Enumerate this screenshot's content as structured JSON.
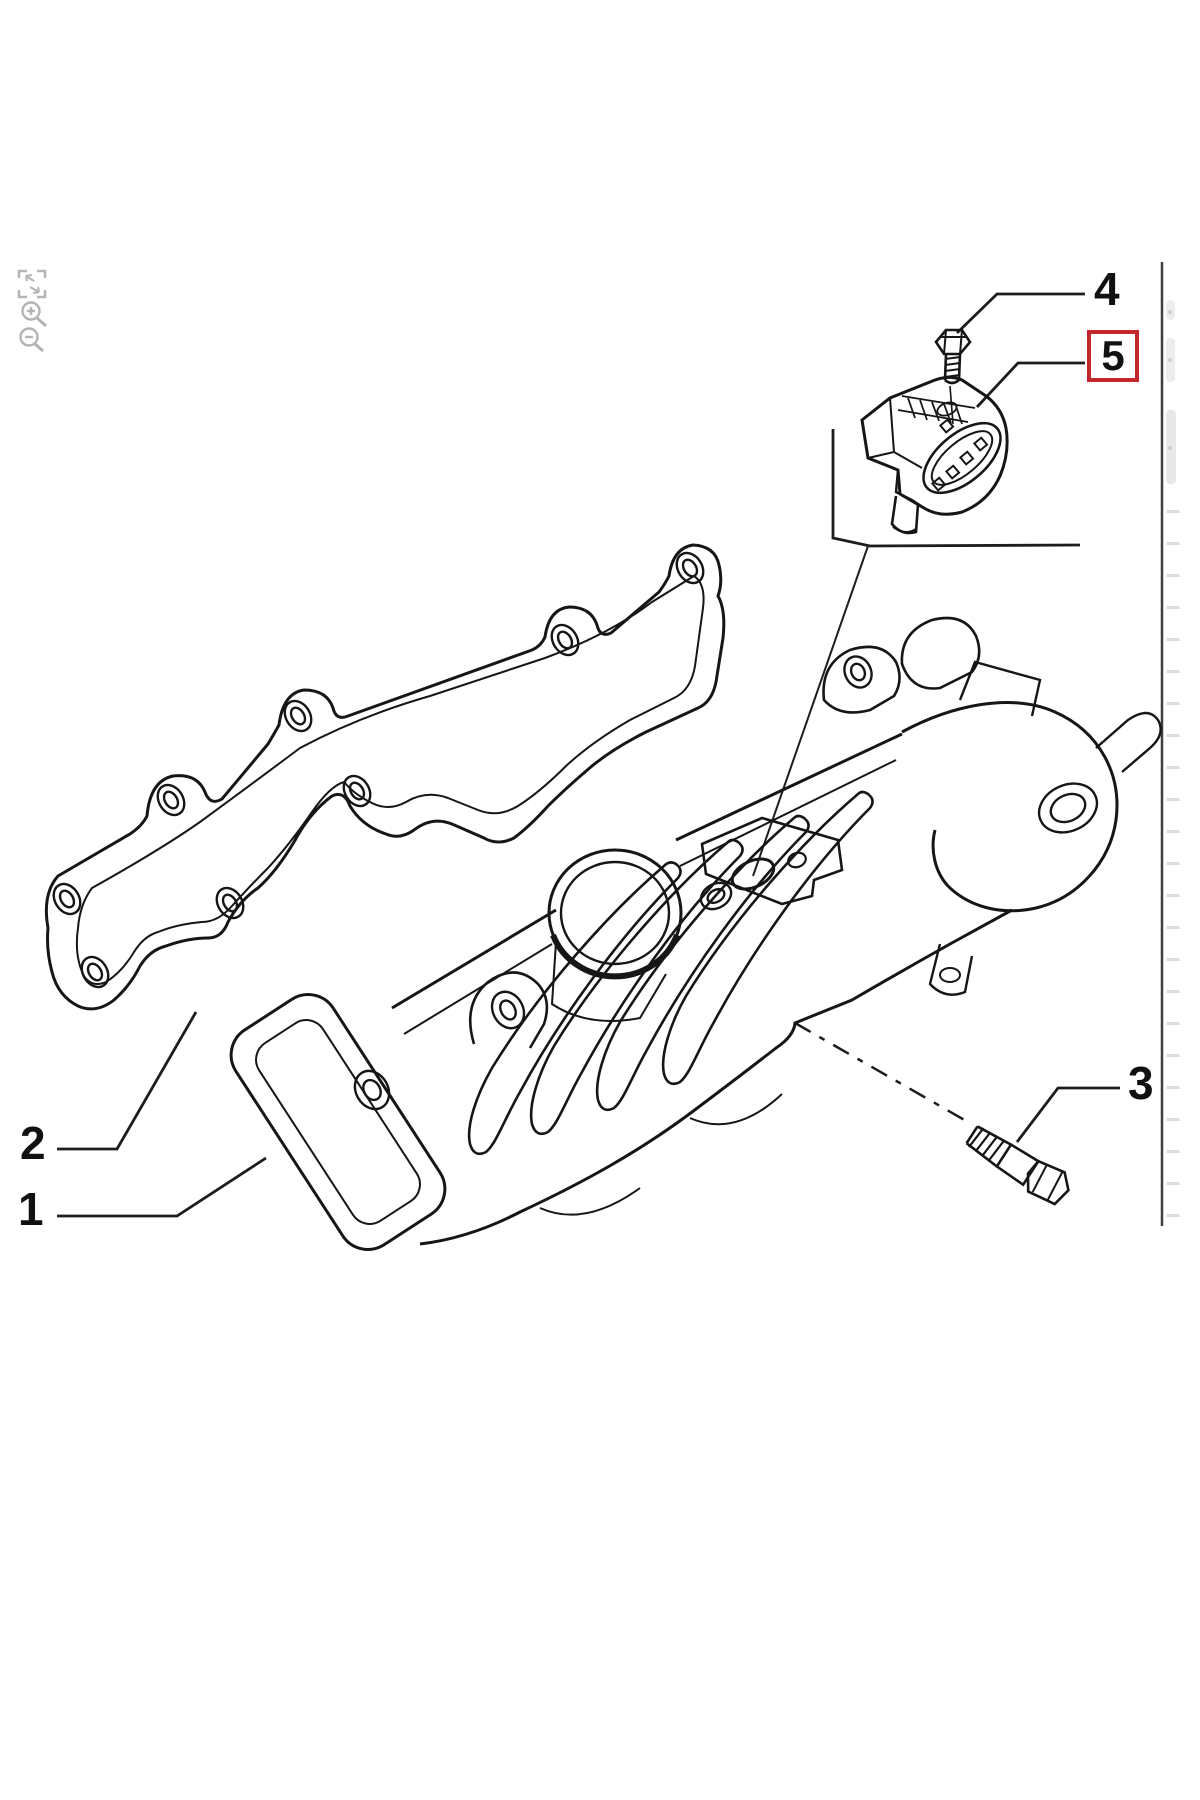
{
  "viewer_toolbar": {
    "icons": [
      {
        "name": "fit-to-screen-icon"
      },
      {
        "name": "zoom-in-icon"
      },
      {
        "name": "zoom-out-icon"
      }
    ],
    "icon_color": "#b4b4b4"
  },
  "diagram": {
    "type": "exploded-parts-diagram",
    "background": "#ffffff",
    "line_color": "#161616",
    "highlight_box_color": "#c3272b",
    "callouts": [
      {
        "number": "1",
        "target": "intake-manifold-body",
        "highlighted": false
      },
      {
        "number": "2",
        "target": "manifold-gasket",
        "highlighted": false
      },
      {
        "number": "3",
        "target": "hex-bolt",
        "highlighted": false
      },
      {
        "number": "4",
        "target": "sensor-retaining-screw",
        "highlighted": false
      },
      {
        "number": "5",
        "target": "map-pressure-sensor",
        "highlighted": true
      }
    ]
  },
  "right_panel": {
    "divider_color": "#3f3f3f",
    "marks_color": "#dcdcdc"
  }
}
